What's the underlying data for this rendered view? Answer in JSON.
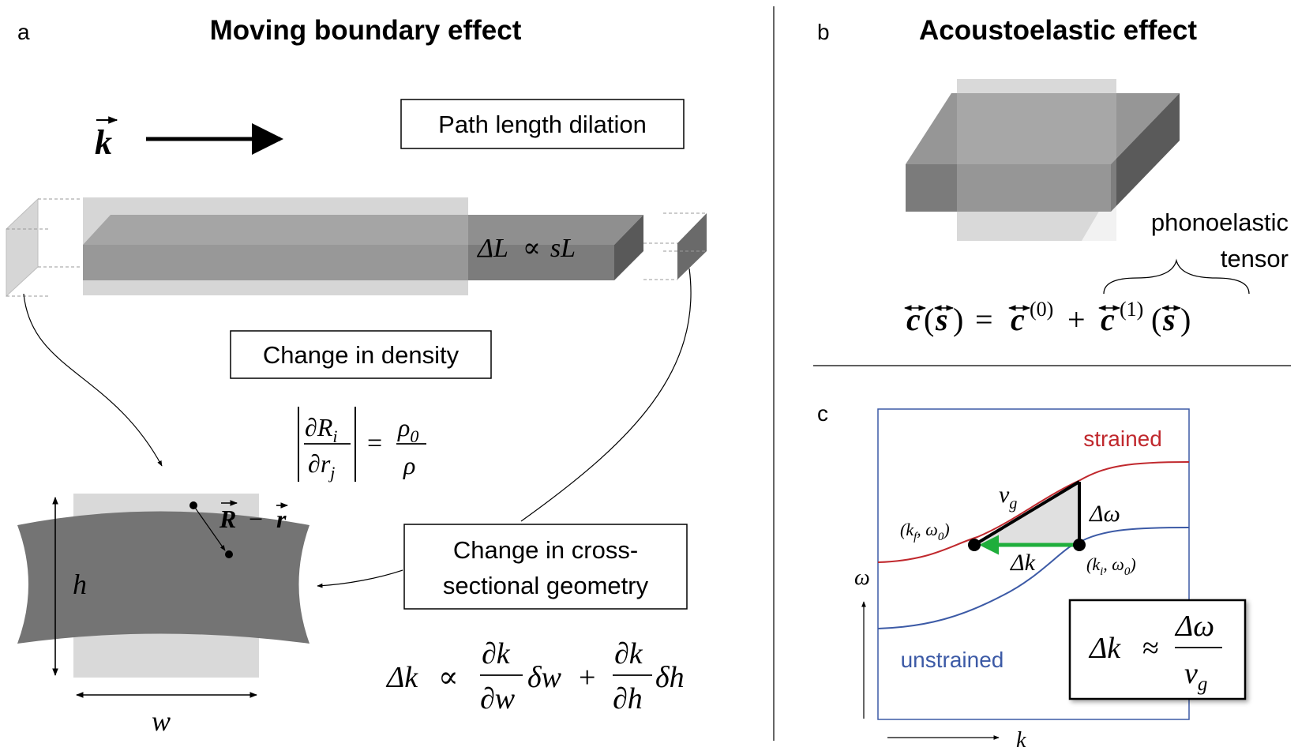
{
  "panel_a": {
    "letter": "a",
    "title": "Moving boundary effect",
    "k_vector": "k",
    "label_path_length": "Path length dilation",
    "label_density": "Change in density",
    "label_cross_line1": "Change in cross-",
    "label_cross_line2": "sectional geometry",
    "eq_dL_lhs": "ΔL",
    "eq_dL_prop": "∝",
    "eq_dL_rhs": "sL",
    "eq_density_num": "∂R",
    "eq_density_num_sub": "i",
    "eq_density_den": "∂r",
    "eq_density_den_sub": "j",
    "eq_equals": "=",
    "eq_rho0": "ρ",
    "eq_rho0_sub": "0",
    "eq_rho": "ρ",
    "vec_R": "R",
    "vec_minus": "−",
    "vec_r": "r",
    "dim_h": "h",
    "dim_w": "w",
    "eq_dk_lhs": "Δk",
    "eq_dk_prop": "∝",
    "eq_dk_partial_k": "∂k",
    "eq_dk_partial_w": "∂w",
    "eq_dk_dw": "δw",
    "eq_plus": "+",
    "eq_dk_partial_h": "∂h",
    "eq_dk_dh": "δh"
  },
  "panel_b": {
    "letter": "b",
    "title": "Acoustoelastic effect",
    "label_phonoelastic_1": "phonoelastic",
    "label_phonoelastic_2": "tensor",
    "eq_c": "c",
    "eq_s": "s",
    "eq_open": "(",
    "eq_close": ")",
    "eq_equals": "=",
    "eq_plus": "+",
    "eq_sup0": "(0)",
    "eq_sup1": "(1)"
  },
  "panel_c": {
    "letter": "c",
    "label_strained": "strained",
    "label_unstrained": "unstrained",
    "label_vg": "v",
    "label_vg_sub": "g",
    "label_domega": "Δω",
    "label_dk": "Δk",
    "label_kf_point": "(k",
    "label_kf_sub": "f",
    "label_point_mid": ", ω",
    "label_point_sub0": "0",
    "label_point_close": ")",
    "label_ki_point": "(k",
    "label_ki_sub": "i",
    "axis_y": "ω",
    "axis_x": "k",
    "box_lhs": "Δk",
    "box_approx": "≈",
    "box_num": "Δω",
    "box_den": "v",
    "box_den_sub": "g"
  },
  "colors": {
    "strained": "#c0282d",
    "unstrained": "#3c5aa6",
    "green_arrow": "#1fae3c",
    "dark_gray": "#6e6e6e",
    "light_gray": "#d6d6d6",
    "frame_blue": "#3c5aa6"
  }
}
